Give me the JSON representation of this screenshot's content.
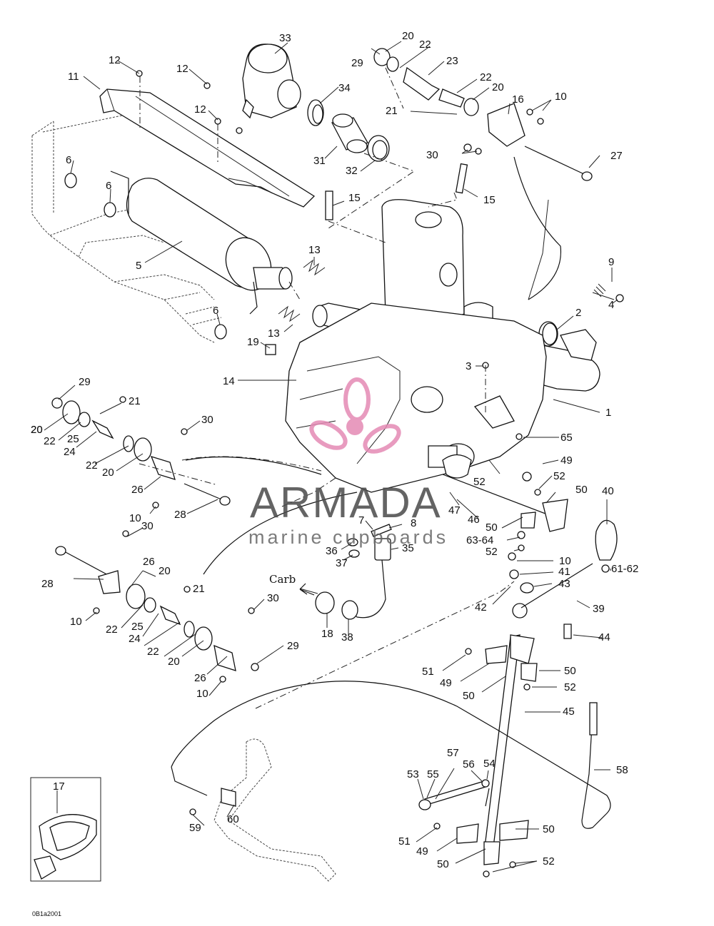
{
  "callouts": [
    {
      "id": "c1",
      "text": "1"
    },
    {
      "id": "c2",
      "text": "2"
    },
    {
      "id": "c3",
      "text": "3"
    },
    {
      "id": "c4",
      "text": "4"
    },
    {
      "id": "c5",
      "text": "5"
    },
    {
      "id": "c6a",
      "text": "6"
    },
    {
      "id": "c6b",
      "text": "6"
    },
    {
      "id": "c6c",
      "text": "6"
    },
    {
      "id": "c7",
      "text": "7"
    },
    {
      "id": "c8",
      "text": "8"
    },
    {
      "id": "c9",
      "text": "9"
    },
    {
      "id": "c10a",
      "text": "10"
    },
    {
      "id": "c10b",
      "text": "10"
    },
    {
      "id": "c10c",
      "text": "10"
    },
    {
      "id": "c10d",
      "text": "10"
    },
    {
      "id": "c10e",
      "text": "10"
    },
    {
      "id": "c11",
      "text": "11"
    },
    {
      "id": "c12a",
      "text": "12"
    },
    {
      "id": "c12b",
      "text": "12"
    },
    {
      "id": "c12c",
      "text": "12"
    },
    {
      "id": "c13a",
      "text": "13"
    },
    {
      "id": "c13b",
      "text": "13"
    },
    {
      "id": "c14",
      "text": "14"
    },
    {
      "id": "c15a",
      "text": "15"
    },
    {
      "id": "c15b",
      "text": "15"
    },
    {
      "id": "c16",
      "text": "16"
    },
    {
      "id": "c17",
      "text": "17"
    },
    {
      "id": "c18",
      "text": "18"
    },
    {
      "id": "c19",
      "text": "19"
    },
    {
      "id": "c20a",
      "text": "20"
    },
    {
      "id": "c20b",
      "text": "20"
    },
    {
      "id": "c20c",
      "text": "20"
    },
    {
      "id": "c20d",
      "text": "20"
    },
    {
      "id": "c20e",
      "text": "20"
    },
    {
      "id": "c20f",
      "text": "20"
    },
    {
      "id": "c20g",
      "text": "20"
    },
    {
      "id": "c21a",
      "text": "21"
    },
    {
      "id": "c21b",
      "text": "21"
    },
    {
      "id": "c21c",
      "text": "21"
    },
    {
      "id": "c22a",
      "text": "22"
    },
    {
      "id": "c22b",
      "text": "22"
    },
    {
      "id": "c22c",
      "text": "22"
    },
    {
      "id": "c22d",
      "text": "22"
    },
    {
      "id": "c22e",
      "text": "22"
    },
    {
      "id": "c22f",
      "text": "22"
    },
    {
      "id": "c23",
      "text": "23"
    },
    {
      "id": "c24a",
      "text": "24"
    },
    {
      "id": "c24b",
      "text": "24"
    },
    {
      "id": "c25a",
      "text": "25"
    },
    {
      "id": "c25b",
      "text": "25"
    },
    {
      "id": "c26a",
      "text": "26"
    },
    {
      "id": "c26b",
      "text": "26"
    },
    {
      "id": "c26c",
      "text": "26"
    },
    {
      "id": "c27",
      "text": "27"
    },
    {
      "id": "c28a",
      "text": "28"
    },
    {
      "id": "c28b",
      "text": "28"
    },
    {
      "id": "c29a",
      "text": "29"
    },
    {
      "id": "c29b",
      "text": "29"
    },
    {
      "id": "c29c",
      "text": "29"
    },
    {
      "id": "c30a",
      "text": "30"
    },
    {
      "id": "c30b",
      "text": "30"
    },
    {
      "id": "c30c",
      "text": "30"
    },
    {
      "id": "c30d",
      "text": "30"
    },
    {
      "id": "c31",
      "text": "31"
    },
    {
      "id": "c32",
      "text": "32"
    },
    {
      "id": "c33",
      "text": "33"
    },
    {
      "id": "c34",
      "text": "34"
    },
    {
      "id": "c35",
      "text": "35"
    },
    {
      "id": "c36",
      "text": "36"
    },
    {
      "id": "c37",
      "text": "37"
    },
    {
      "id": "c38",
      "text": "38"
    },
    {
      "id": "c39",
      "text": "39"
    },
    {
      "id": "c40",
      "text": "40"
    },
    {
      "id": "c41",
      "text": "41"
    },
    {
      "id": "c42",
      "text": "42"
    },
    {
      "id": "c43",
      "text": "43"
    },
    {
      "id": "c44",
      "text": "44"
    },
    {
      "id": "c45",
      "text": "45"
    },
    {
      "id": "c46",
      "text": "46"
    },
    {
      "id": "c47",
      "text": "47"
    },
    {
      "id": "c49a",
      "text": "49"
    },
    {
      "id": "c49b",
      "text": "49"
    },
    {
      "id": "c49c",
      "text": "49"
    },
    {
      "id": "c50a",
      "text": "50"
    },
    {
      "id": "c50b",
      "text": "50"
    },
    {
      "id": "c50c",
      "text": "50"
    },
    {
      "id": "c50d",
      "text": "50"
    },
    {
      "id": "c50e",
      "text": "50"
    },
    {
      "id": "c50f",
      "text": "50"
    },
    {
      "id": "c51a",
      "text": "51"
    },
    {
      "id": "c51b",
      "text": "51"
    },
    {
      "id": "c52a",
      "text": "52"
    },
    {
      "id": "c52b",
      "text": "52"
    },
    {
      "id": "c52c",
      "text": "52"
    },
    {
      "id": "c52d",
      "text": "52"
    },
    {
      "id": "c52e",
      "text": "52"
    },
    {
      "id": "c53",
      "text": "53"
    },
    {
      "id": "c54",
      "text": "54"
    },
    {
      "id": "c55",
      "text": "55"
    },
    {
      "id": "c56",
      "text": "56"
    },
    {
      "id": "c57",
      "text": "57"
    },
    {
      "id": "c58",
      "text": "58"
    },
    {
      "id": "c59",
      "text": "59"
    },
    {
      "id": "c60",
      "text": "60"
    },
    {
      "id": "c6162",
      "text": "61-62"
    },
    {
      "id": "c6364",
      "text": "63-64"
    },
    {
      "id": "c65",
      "text": "65"
    }
  ],
  "annotations": {
    "carb": "Carb",
    "figure_code": "0B1a2001"
  },
  "watermark": {
    "brand": "ARMADA",
    "tagline": "marine cupboards",
    "logo_color": "#e48ab4",
    "text_color": "#4a4a4a"
  }
}
